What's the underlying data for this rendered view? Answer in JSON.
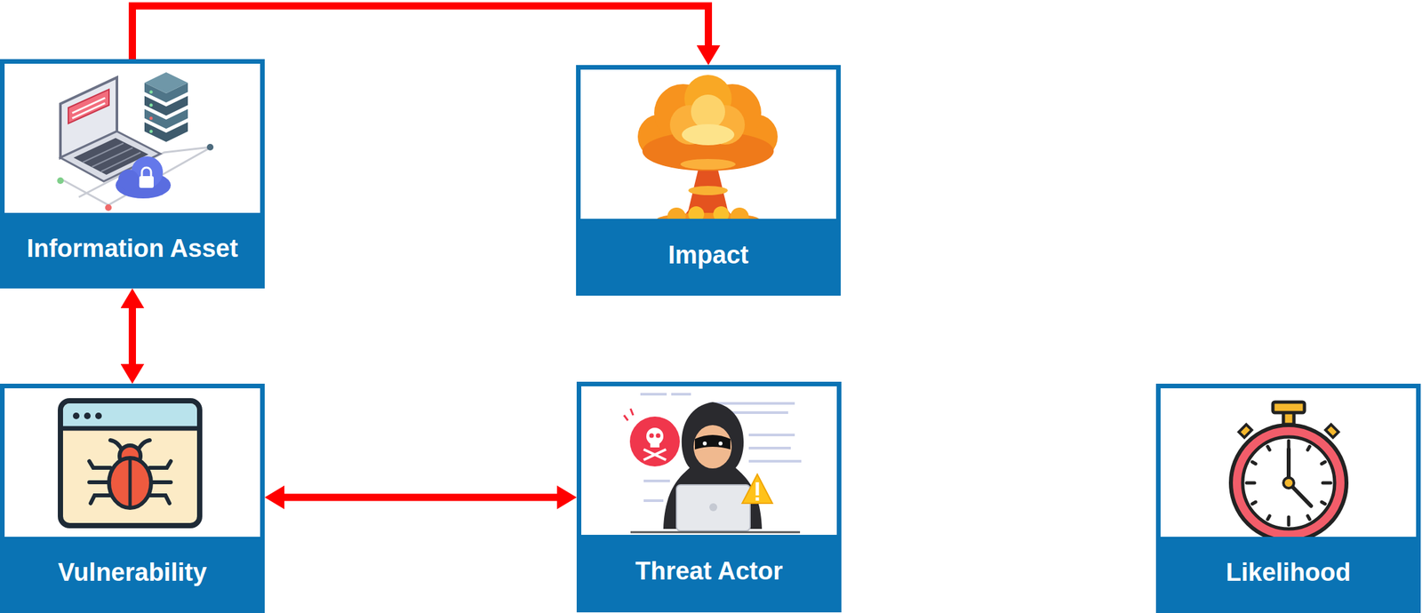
{
  "diagram": {
    "nodes": [
      {
        "text": [
          "Information Asset"
        ]
      },
      {
        "text": [
          "Impact"
        ]
      },
      {
        "text": [
          "Vulnerability"
        ]
      },
      {
        "text": [
          "Threat Actor"
        ]
      },
      {
        "text": [
          "Likelihood"
        ]
      }
    ],
    "edges": [
      {
        "from": 0,
        "to": 1,
        "arrow": "to"
      },
      {
        "from": 0,
        "to": 2,
        "arrow": "both"
      },
      {
        "from": 2,
        "to": 3,
        "arrow": "both"
      }
    ]
  }
}
